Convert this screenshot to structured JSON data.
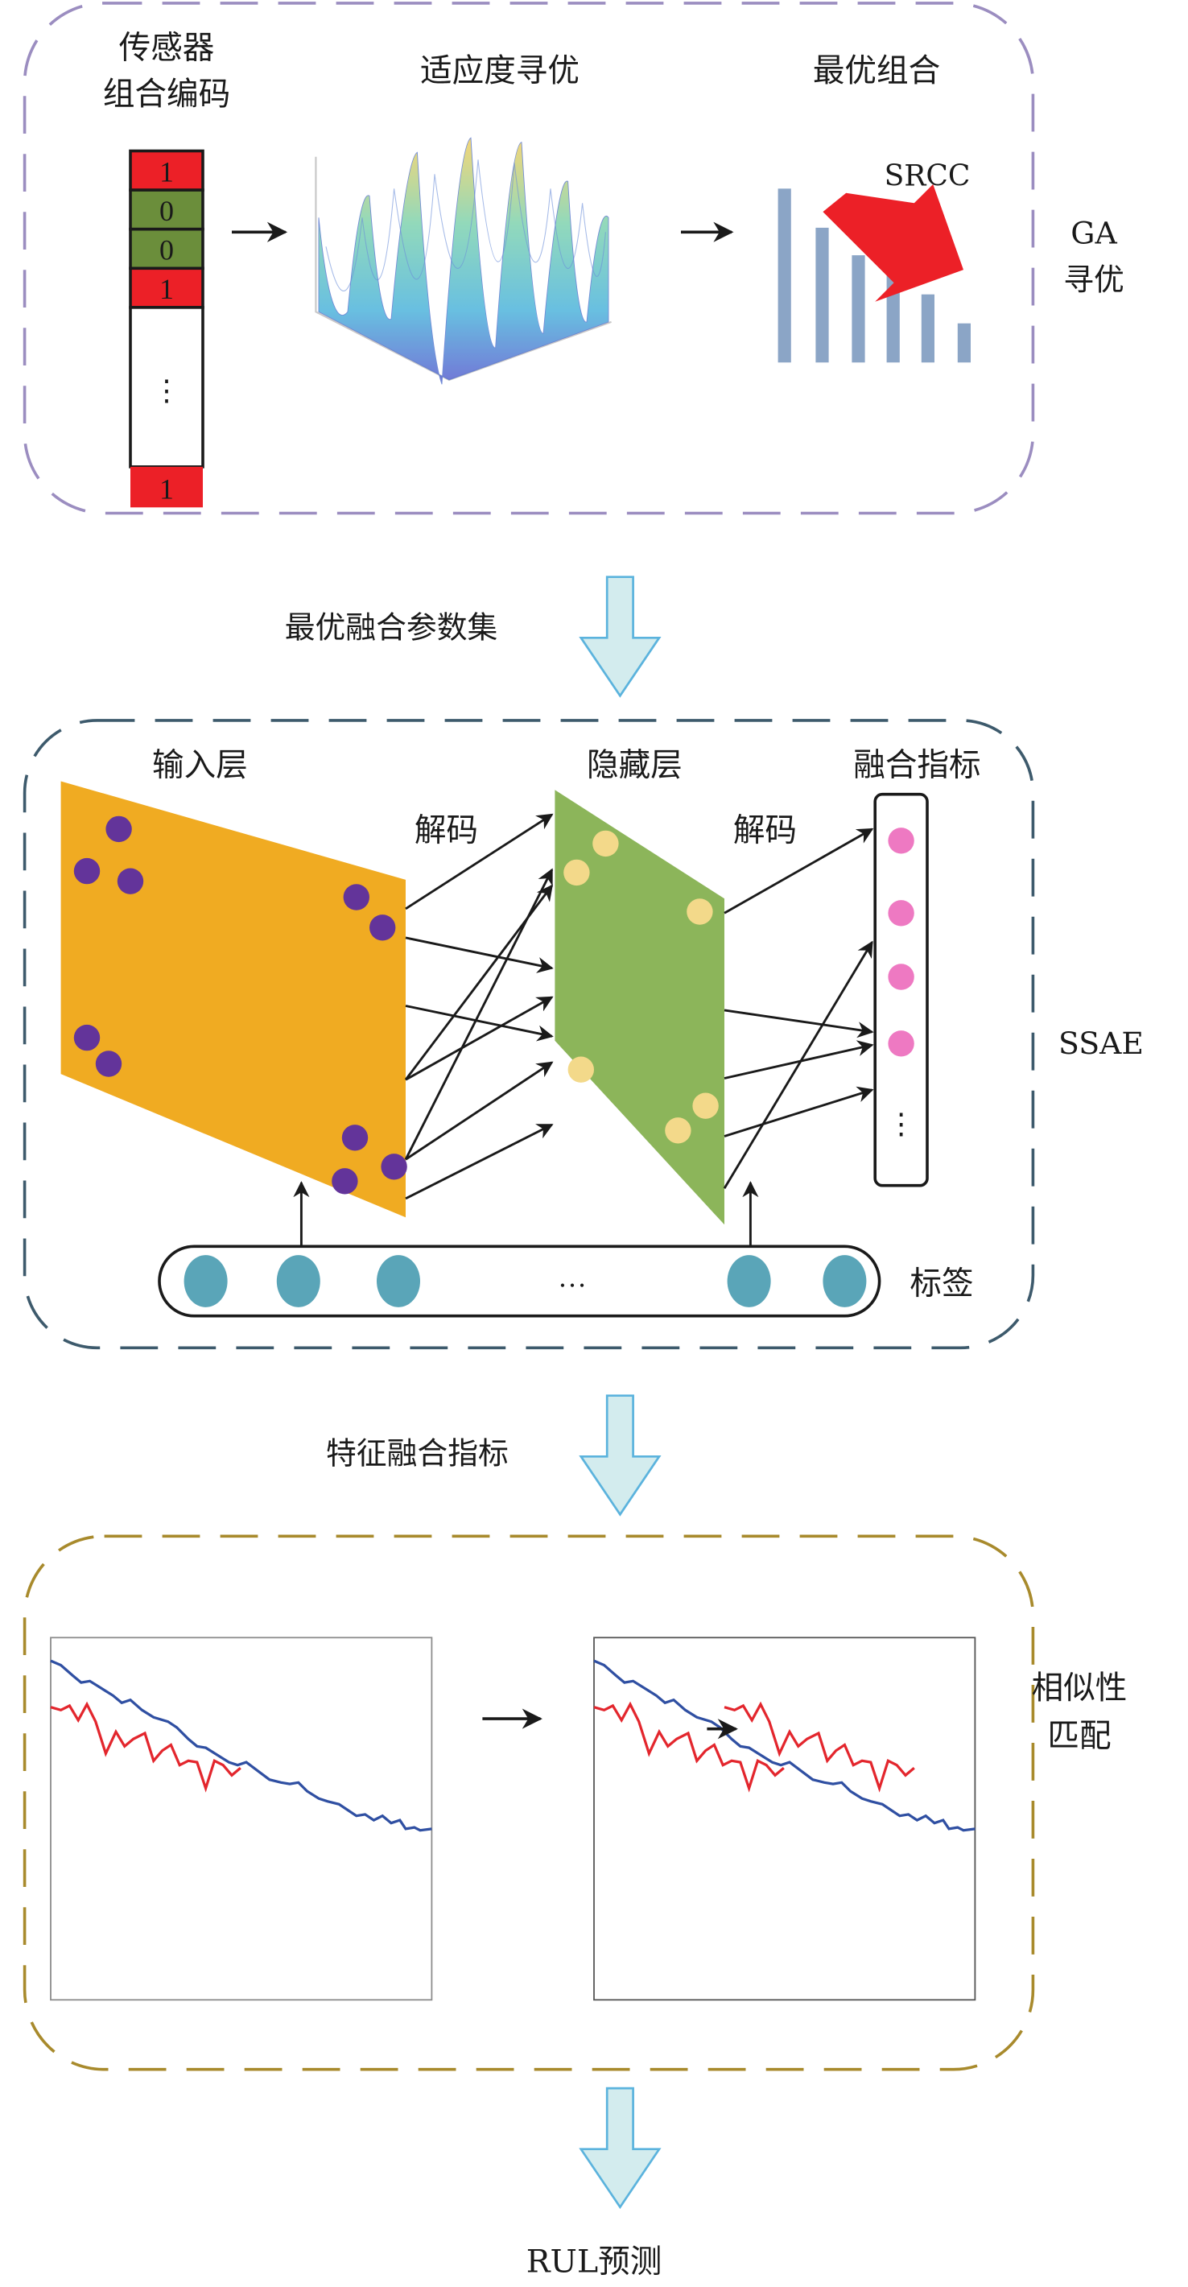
{
  "ga_section": {
    "encoding_title_line1": "传感器",
    "encoding_title_line2": "组合编码",
    "encoding_cells": [
      "1",
      "0",
      "0",
      "1",
      "⋮",
      "1"
    ],
    "fitness_title": "适应度寻优",
    "optimal_title": "最优组合",
    "srcc_label": "SRCC",
    "side_label_line1": "GA",
    "side_label_line2": "寻优",
    "colors": {
      "border": "#9b8dc0",
      "red": "#ec2027",
      "green": "#6b8e3b",
      "bar": "#8ba5c6"
    }
  },
  "flow_label_1": "最优融合参数集",
  "ssae_section": {
    "input_layer_title": "输入层",
    "hidden_layer_title": "隐藏层",
    "fusion_title": "融合指标",
    "decode_label_1": "解码",
    "decode_label_2": "解码",
    "fusion_dots": "⋮",
    "labels_ellipsis": "…",
    "labels_title": "标签",
    "side_label": "SSAE",
    "colors": {
      "border": "#3d5a6c",
      "input": "#f0ab22",
      "hidden": "#8cb55a",
      "input_dot": "#63349a",
      "hidden_dot": "#f3d98a",
      "fusion_dot": "#ee79c2",
      "label_dot": "#5aa5b8"
    }
  },
  "flow_label_2": "特征融合指标",
  "matching_section": {
    "side_label_line1": "相似性",
    "side_label_line2": "匹配",
    "colors": {
      "border": "#a88a2c",
      "reference": "#2f4fa2",
      "test": "#e3262d"
    }
  },
  "result_label": "RUL预测",
  "colors": {
    "flow_arrow_fill": "#d3ecee",
    "flow_arrow_stroke": "#5bb3dd"
  }
}
